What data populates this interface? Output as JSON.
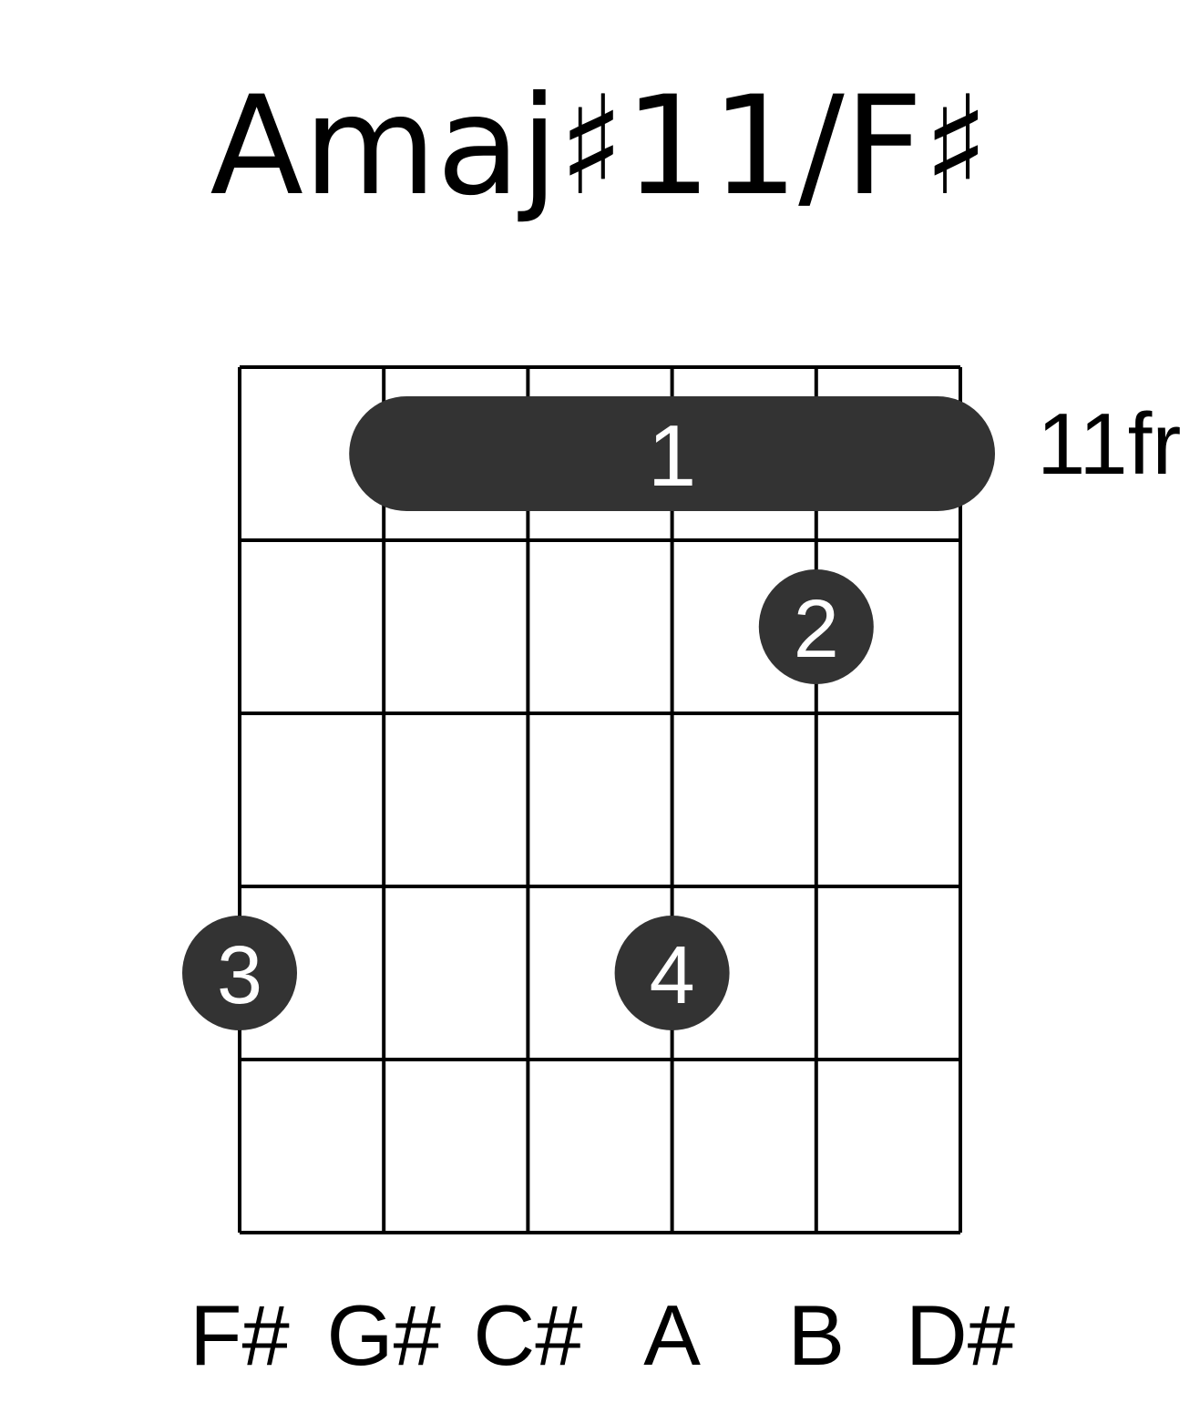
{
  "chord": {
    "name": "Amaj♯11/F♯",
    "position_label": "11fr"
  },
  "chart_data": {
    "type": "chord-diagram",
    "title": "Amaj♯11/F♯",
    "strings": 6,
    "frets_shown": 5,
    "base_fret_label": "11fr",
    "string_notes": [
      "F#",
      "G#",
      "C#",
      "A",
      "B",
      "D#"
    ],
    "barre": {
      "finger": "1",
      "fret": 1,
      "from_string": 2,
      "to_string": 6
    },
    "fingers": [
      {
        "finger": "2",
        "string": 5,
        "fret": 2
      },
      {
        "finger": "3",
        "string": 1,
        "fret": 4
      },
      {
        "finger": "4",
        "string": 4,
        "fret": 4
      }
    ]
  },
  "colors": {
    "marker": "#333333",
    "marker_text": "#ffffff",
    "grid": "#000000"
  }
}
